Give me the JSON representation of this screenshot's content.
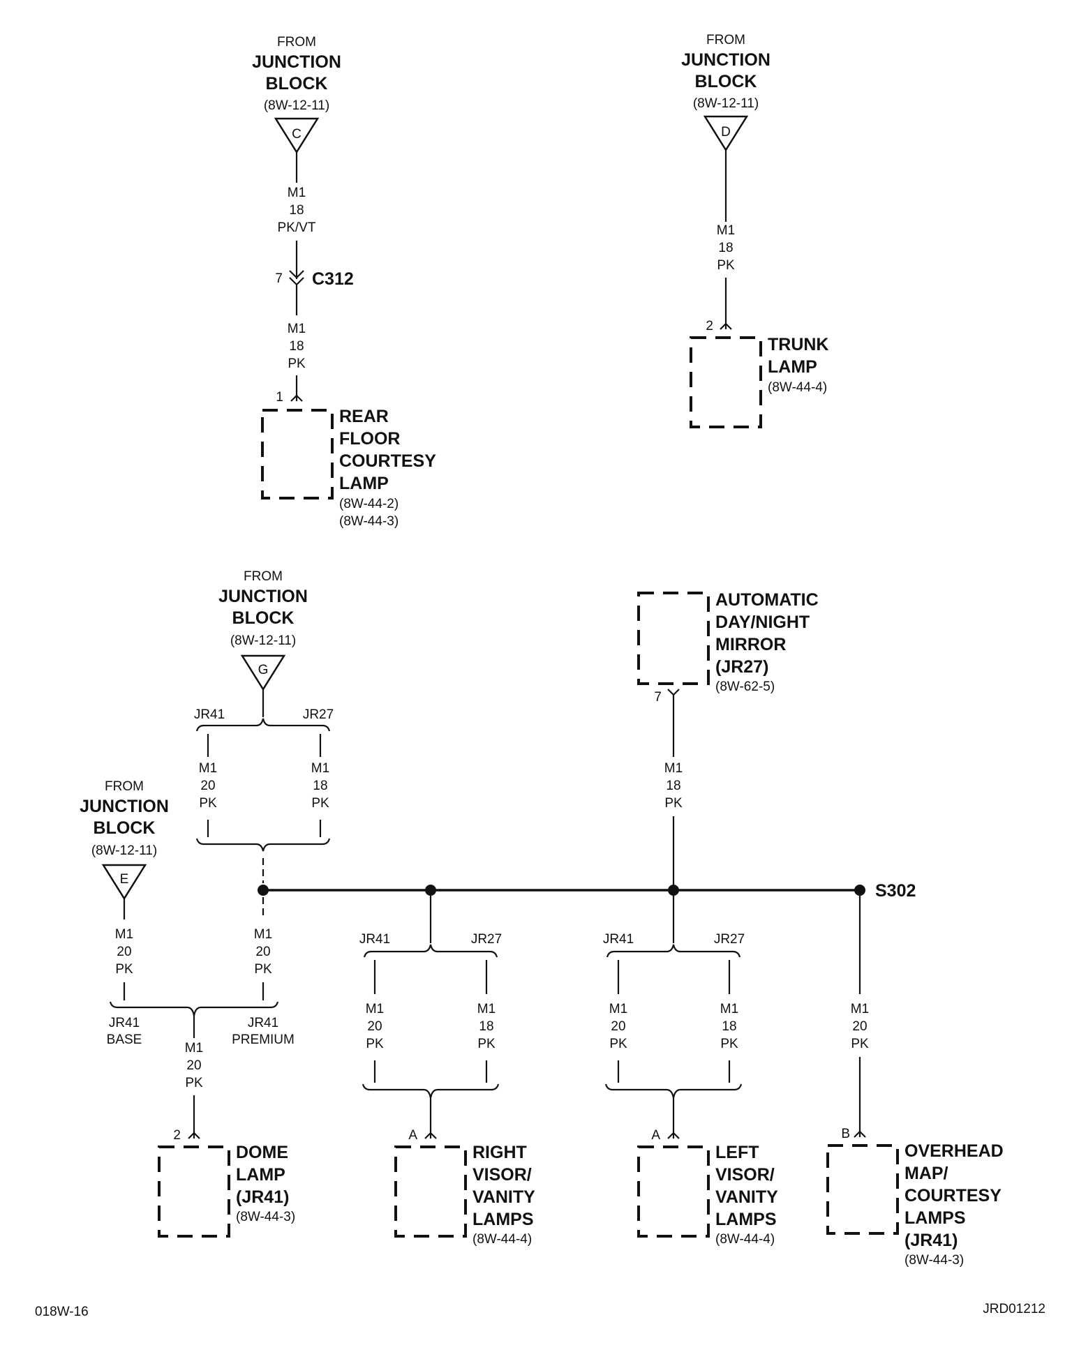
{
  "labels": {
    "from": "FROM",
    "junction": "JUNCTION",
    "block": "BLOCK",
    "jb_ref": "(8W-12-11)",
    "jr41": "JR41",
    "jr27": "JR27",
    "base": "BASE",
    "premium": "PREMIUM",
    "m1": "M1",
    "g18": "18",
    "g20": "20",
    "pk": "PK",
    "pkvt": "PK/VT"
  },
  "sources": {
    "c": "C",
    "d": "D",
    "g": "G",
    "e": "E"
  },
  "connector": {
    "pin": "7",
    "name": "C312"
  },
  "splice": "S302",
  "rear_floor_lamp": {
    "pin": "1",
    "name": [
      "REAR",
      "FLOOR",
      "COURTESY",
      "LAMP"
    ],
    "refs": [
      "(8W-44-2)",
      "(8W-44-3)"
    ]
  },
  "trunk_lamp": {
    "pin": "2",
    "name": [
      "TRUNK",
      "LAMP"
    ],
    "refs": [
      "(8W-44-4)"
    ]
  },
  "mirror": {
    "pin": "7",
    "name": [
      "AUTOMATIC",
      "DAY/NIGHT",
      "MIRROR",
      "(JR27)"
    ],
    "refs": [
      "(8W-62-5)"
    ]
  },
  "dome_lamp": {
    "pin": "2",
    "name": [
      "DOME",
      "LAMP",
      "(JR41)"
    ],
    "refs": [
      "(8W-44-3)"
    ]
  },
  "right_visor": {
    "pin": "A",
    "name": [
      "RIGHT",
      "VISOR/",
      "VANITY",
      "LAMPS"
    ],
    "refs": [
      "(8W-44-4)"
    ]
  },
  "left_visor": {
    "pin": "A",
    "name": [
      "LEFT",
      "VISOR/",
      "VANITY",
      "LAMPS"
    ],
    "refs": [
      "(8W-44-4)"
    ]
  },
  "overhead": {
    "pin": "B",
    "name": [
      "OVERHEAD",
      "MAP/",
      "COURTESY",
      "LAMPS",
      "(JR41)"
    ],
    "refs": [
      "(8W-44-3)"
    ]
  },
  "footer": {
    "left": "018W-16",
    "right": "JRD01212"
  }
}
